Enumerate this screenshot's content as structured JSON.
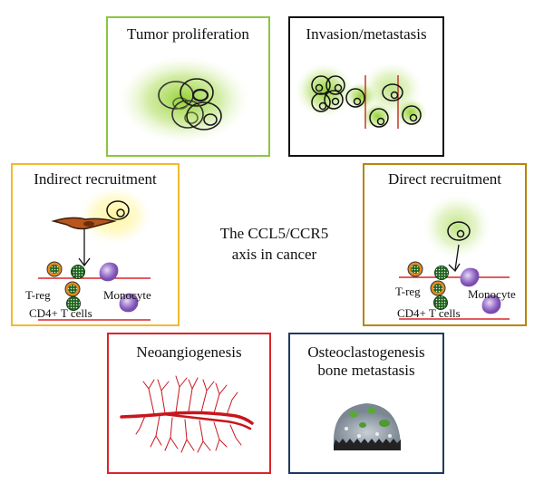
{
  "center": {
    "line1": "The CCL5/CCR5",
    "line2": "axis in cancer"
  },
  "panels": {
    "tumor": {
      "title": "Tumor proliferation"
    },
    "invasion": {
      "title": "Invasion/metastasis"
    },
    "indirect": {
      "title": "Indirect recruitment",
      "treg": "T-reg",
      "monocyte": "Monocyte",
      "cd4": "CD4+ T cells"
    },
    "direct": {
      "title": "Direct recruitment",
      "treg": "T-reg",
      "monocyte": "Monocyte",
      "cd4": "CD4+ T cells"
    },
    "neo": {
      "title": "Neoangiogenesis"
    },
    "osteo": {
      "title_line1": "Osteoclastogenesis",
      "title_line2": "bone metastasis"
    }
  },
  "colors": {
    "tumor_border": "#8cc63f",
    "invasion_border": "#111111",
    "indirect_border": "#f2b92e",
    "direct_border": "#b8860b",
    "neo_border": "#d9252a",
    "osteo_border": "#1f3a5f",
    "glow_green": "#9bd13a",
    "glow_yellow": "#fff27a",
    "vessel_red": "#c8161d"
  }
}
